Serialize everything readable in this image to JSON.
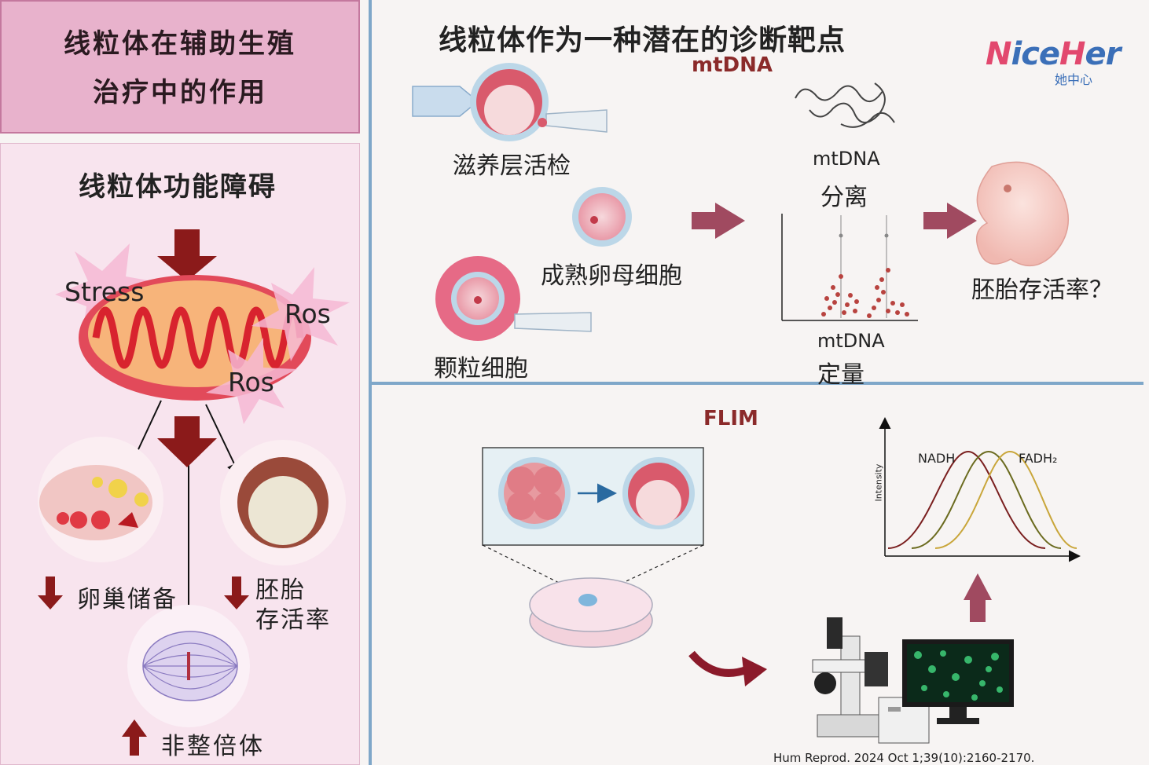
{
  "left": {
    "title_line1": "线粒体在辅助生殖",
    "title_line2": "治疗中的作用",
    "dysfunction_heading": "线粒体功能障碍",
    "stress_label": "Stress",
    "ros_label_1": "Ros",
    "ros_label_2": "Ros",
    "ovarian_reserve": "卵巢储备",
    "embryo_survival_line1": "胚胎",
    "embryo_survival_line2": "存活率",
    "aneuploidy": "非整倍体"
  },
  "right_top": {
    "title": "线粒体作为一种潜在的诊断靶点",
    "mtdna_heading": "mtDNA",
    "trophectoderm_biopsy": "滋养层活检",
    "mature_oocyte": "成熟卵母细胞",
    "granulosa_cells": "颗粒细胞",
    "mtdna_label": "mtDNA",
    "separation": "分离",
    "mtdna_label_2": "mtDNA",
    "quantification": "定量",
    "embryo_survival_q": "胚胎存活率？"
  },
  "logo": {
    "text_a": "N",
    "text_b": "ice",
    "text_c": "H",
    "text_d": "er",
    "sub": "她中心"
  },
  "right_bottom": {
    "flim_heading": "FLIM",
    "y_axis_label": "Intensity",
    "nadh": "NADH",
    "fadh": "FADH₂",
    "citation": "Hum Reprod. 2024 Oct 1;39(10):2160-2170."
  },
  "colors": {
    "title_bg": "#e8b2cc",
    "arrow_dark_red": "#8b1a1a",
    "arrow_mauve": "#a04a60",
    "divider_blue": "#7fa7c9",
    "flim_red": "#8b2a2a",
    "nadh_curve": "#7a1f1f",
    "mid_curve": "#6b6b1f",
    "fadh_curve": "#c9a63a"
  }
}
